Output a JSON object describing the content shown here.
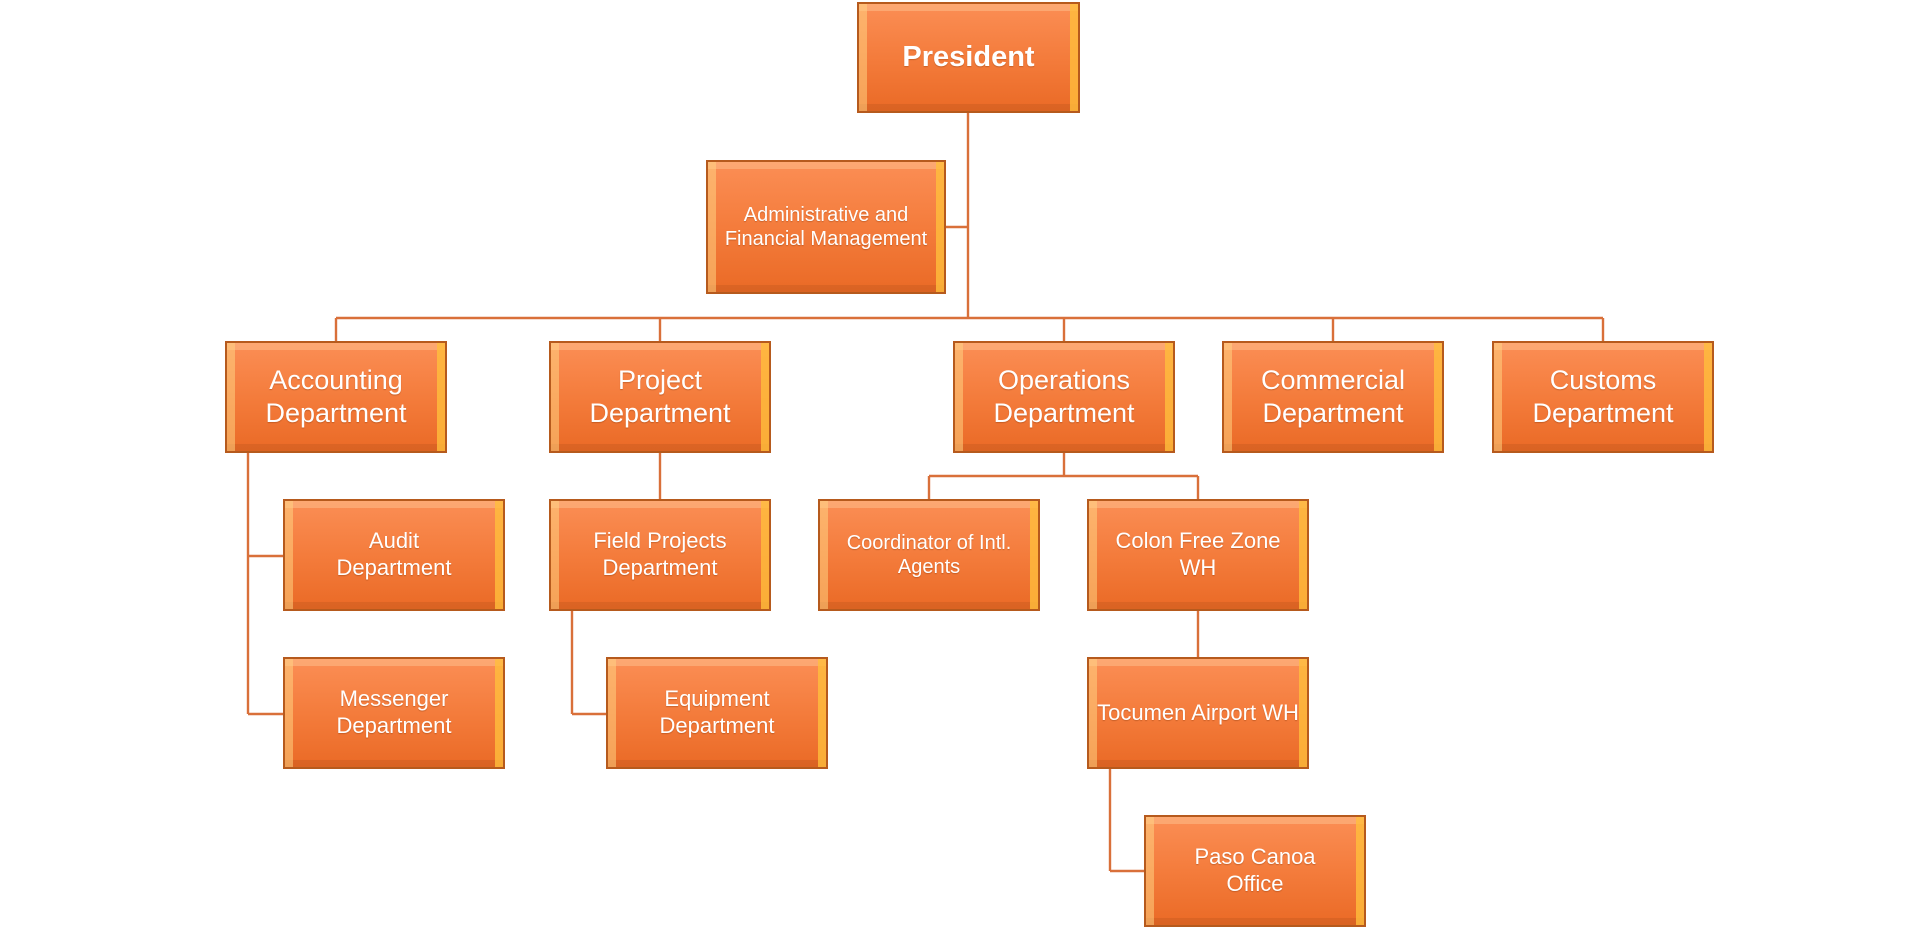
{
  "colors": {
    "fill": "#f47c3c",
    "border": "#b65a1d",
    "connector": "#d9703a",
    "text": "#ffffff"
  },
  "org_chart": {
    "president": "President",
    "admin": "Administrative and\nFinancial Management",
    "departments": {
      "accounting": "Accounting\nDepartment",
      "project": "Project\nDepartment",
      "operations": "Operations\nDepartment",
      "commercial": "Commercial\nDepartment",
      "customs": "Customs\nDepartment"
    },
    "accounting_children": {
      "audit": "Audit\nDepartment",
      "messenger": "Messenger\nDepartment"
    },
    "project_children": {
      "field_projects": "Field Projects\nDepartment",
      "equipment": "Equipment\nDepartment"
    },
    "operations_children": {
      "coordinator": "Coordinator of Intl.\nAgents",
      "colon_free_zone": "Colon Free Zone WH",
      "tocumen_airport": "Tocumen Airport WH",
      "paso_canoa": "Paso Canoa\nOffice"
    }
  }
}
